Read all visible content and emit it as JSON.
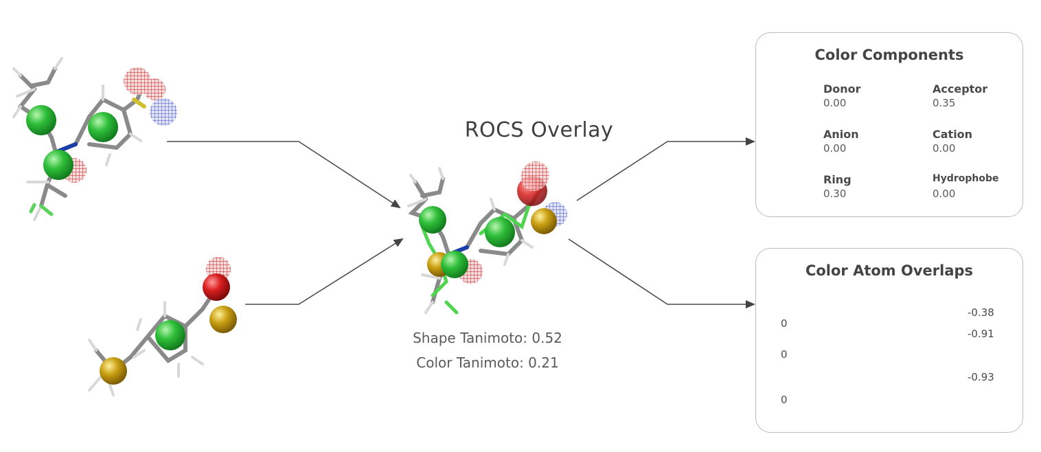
{
  "overlay": {
    "title": "ROCS Overlay",
    "shape_tanimoto": "Shape Tanimoto: 0.52",
    "color_tanimoto": "Color Tanimoto: 0.21"
  },
  "components_panel": {
    "title": "Color Components",
    "items": [
      {
        "name": "Donor",
        "value": "0.00"
      },
      {
        "name": "Acceptor",
        "value": "0.35"
      },
      {
        "name": "Anion",
        "value": "0.00"
      },
      {
        "name": "Cation",
        "value": "0.00"
      },
      {
        "name": "Ring",
        "value": "0.30"
      },
      {
        "name": "Hydrophobe",
        "value": "0.00"
      }
    ]
  },
  "overlaps_panel": {
    "title": "Color Atom Overlaps",
    "left_labels": [
      "0",
      "0",
      "0"
    ],
    "right_labels": [
      "-0.38",
      "-0.91",
      "-0.93"
    ]
  },
  "colors": {
    "donor": "#7b86d6",
    "acceptor": "#e07a7a",
    "anion": "#d81e1e",
    "cation": "#1a3fa8",
    "ring": "#2fbf3a",
    "hydrophobe": "#c9a012"
  }
}
